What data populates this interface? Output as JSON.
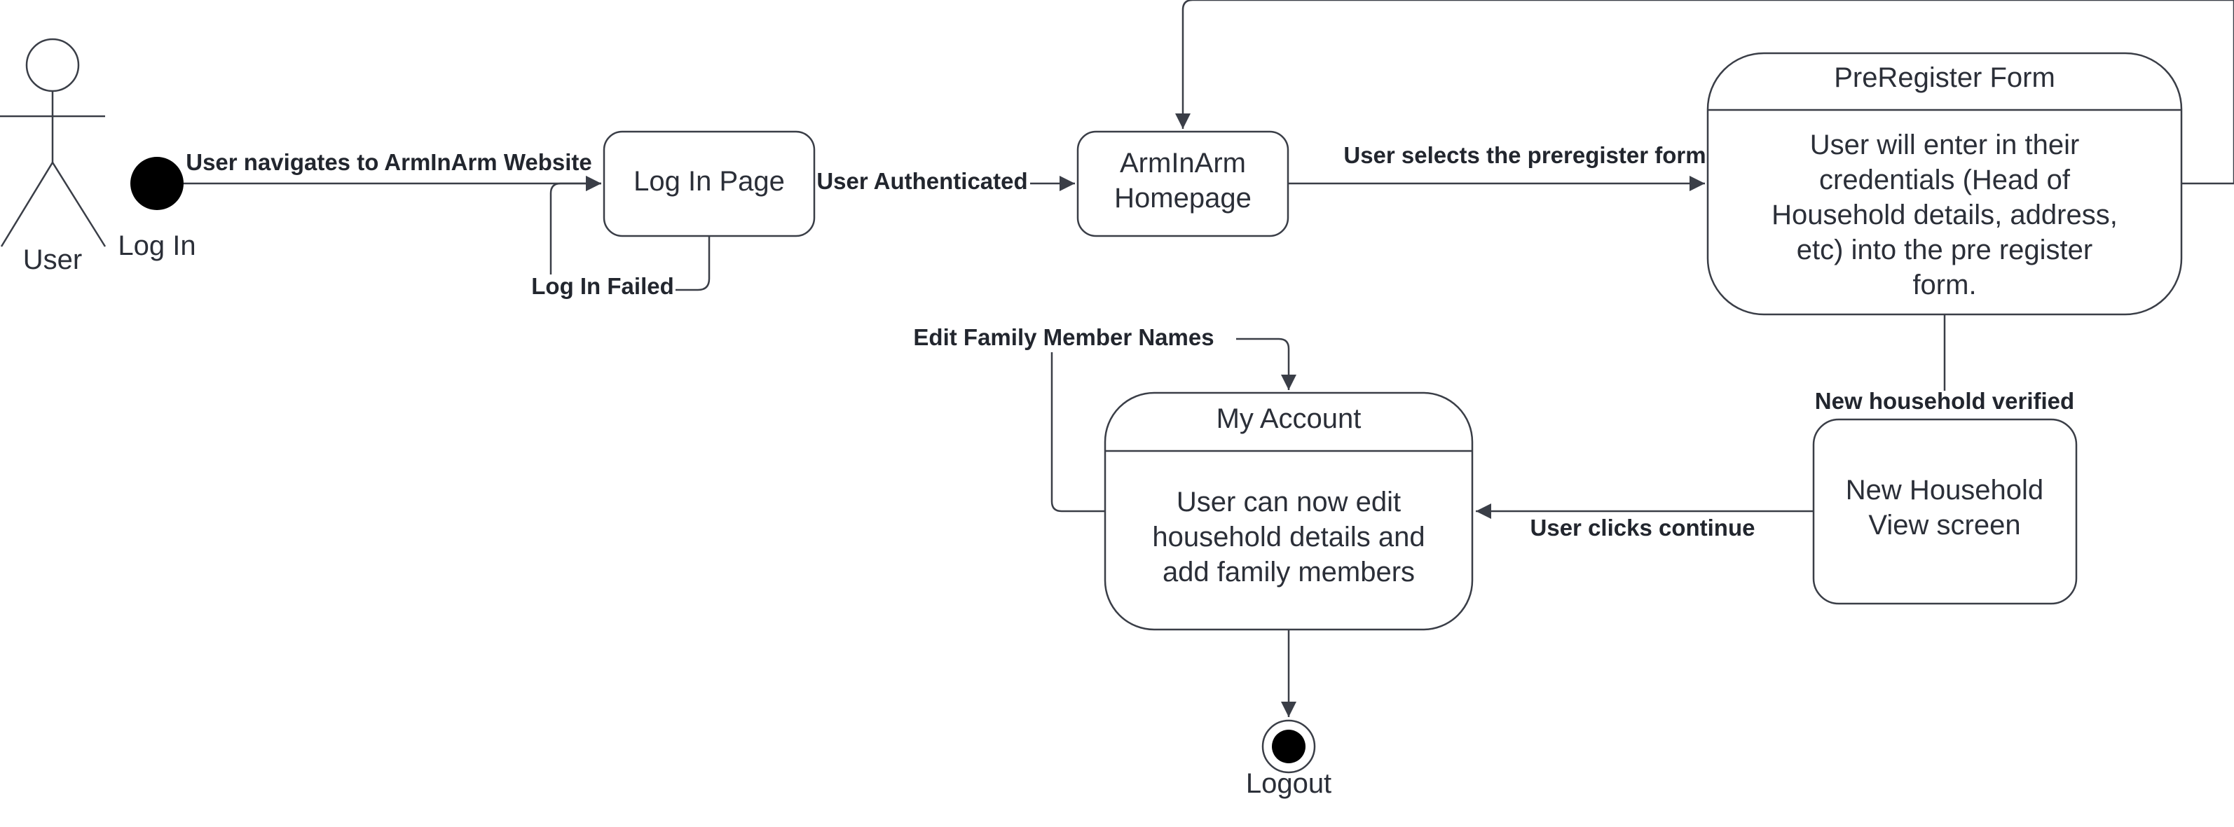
{
  "actor": {
    "label": "User"
  },
  "start": {
    "label": "Log In"
  },
  "end": {
    "label": "Logout"
  },
  "states": {
    "login_page": {
      "title": "Log In Page"
    },
    "homepage": {
      "title_line1": "ArmInArm",
      "title_line2": "Homepage"
    },
    "preregister": {
      "title": "PreRegister Form",
      "body": [
        "User will enter in their",
        "credentials (Head of",
        "Household details, address,",
        "etc) into the pre register",
        "form."
      ]
    },
    "new_household": {
      "title_line1": "New Household",
      "title_line2": "View screen"
    },
    "my_account": {
      "title": "My Account",
      "body": [
        "User can now edit",
        "household details and",
        "add family members"
      ]
    }
  },
  "transitions": {
    "navigate": "User navigates to ArmInArm Website",
    "authenticated": "User Authenticated",
    "login_failed": "Log In Failed",
    "select_preregister": "User selects the preregister form",
    "household_verified": "New household verified",
    "clicks_continue": "User clicks continue",
    "edit_family": "Edit Family Member Names"
  },
  "colors": {
    "stroke": "#3a3e47",
    "text": "#2b2f38",
    "background": "#ffffff"
  }
}
